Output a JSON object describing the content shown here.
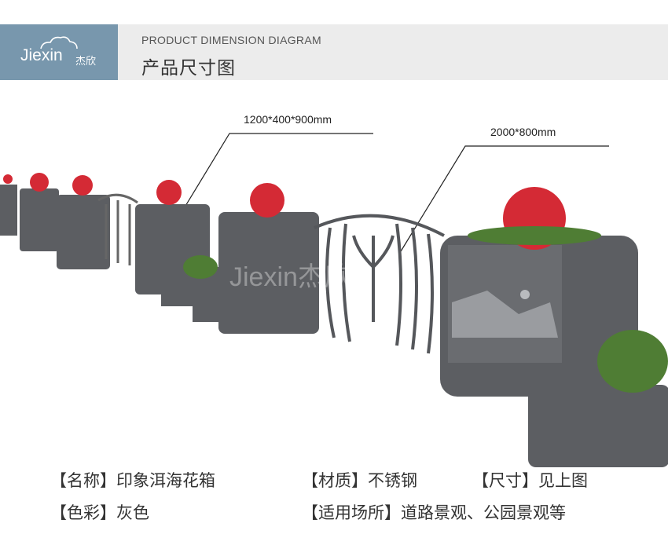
{
  "header": {
    "logo_en": "Jiexin",
    "logo_cn": "杰欣",
    "subtitle": "PRODUCT DIMENSION DIAGRAM",
    "title": "产品尺寸图"
  },
  "dimensions": {
    "planter": "1200*400*900mm",
    "fence": "2000*800mm"
  },
  "watermark": "Jiexin杰欣",
  "specs": {
    "name": "【名称】印象洱海花箱",
    "material": "【材质】不锈钢",
    "size": "【尺寸】见上图",
    "color": "【色彩】灰色",
    "usage": "【适用场所】道路景观、公园景观等"
  },
  "colors": {
    "logo_bg": "#7897ad",
    "header_bg": "#ececec",
    "planter": "#5c5e62",
    "flower": "#d42a35"
  }
}
